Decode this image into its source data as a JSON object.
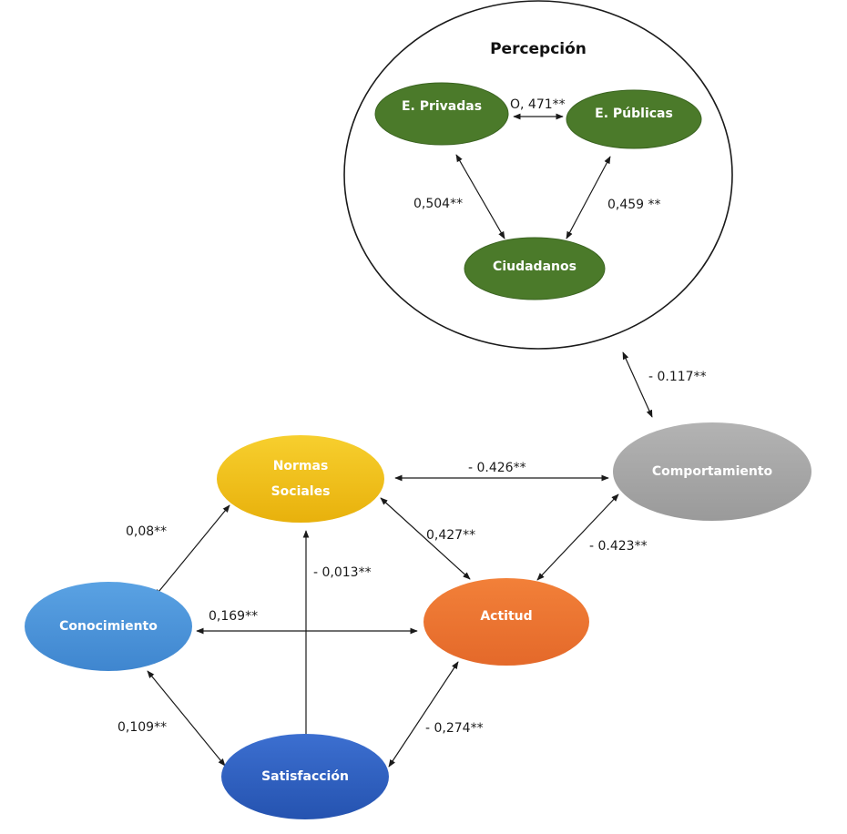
{
  "title": "Percepción",
  "colors": {
    "green": "#4b7a2a",
    "yellow": "#f2c018",
    "gray": "#a8a8a8",
    "orange": "#ed7531",
    "blue_light": "#4f95d8",
    "blue_dark": "#2f5fc0"
  },
  "nodes": {
    "privadas": "E. Privadas",
    "publicas": "E. Públicas",
    "ciudadanos": "Ciudadanos",
    "normas_line1": "Normas",
    "normas_line2": "Sociales",
    "comportamiento": "Comportamiento",
    "conocimiento": "Conocimiento",
    "actitud": "Actitud",
    "satisfaccion": "Satisfacción"
  },
  "edges": {
    "privadas_publicas": "O, 471**",
    "privadas_ciudadanos": "0,504**",
    "publicas_ciudadanos": "0,459 **",
    "percepcion_comportamiento": "- 0.117**",
    "normas_comportamiento": "- 0.426**",
    "normas_conocimiento": "0,08**",
    "normas_actitud": "0,427**",
    "normas_satisfaccion": "- 0,013**",
    "actitud_comportamiento": "- 0.423**",
    "conocimiento_actitud": "0,169**",
    "conocimiento_satisfaccion": "0,109**",
    "actitud_satisfaccion": "- 0,274**"
  }
}
